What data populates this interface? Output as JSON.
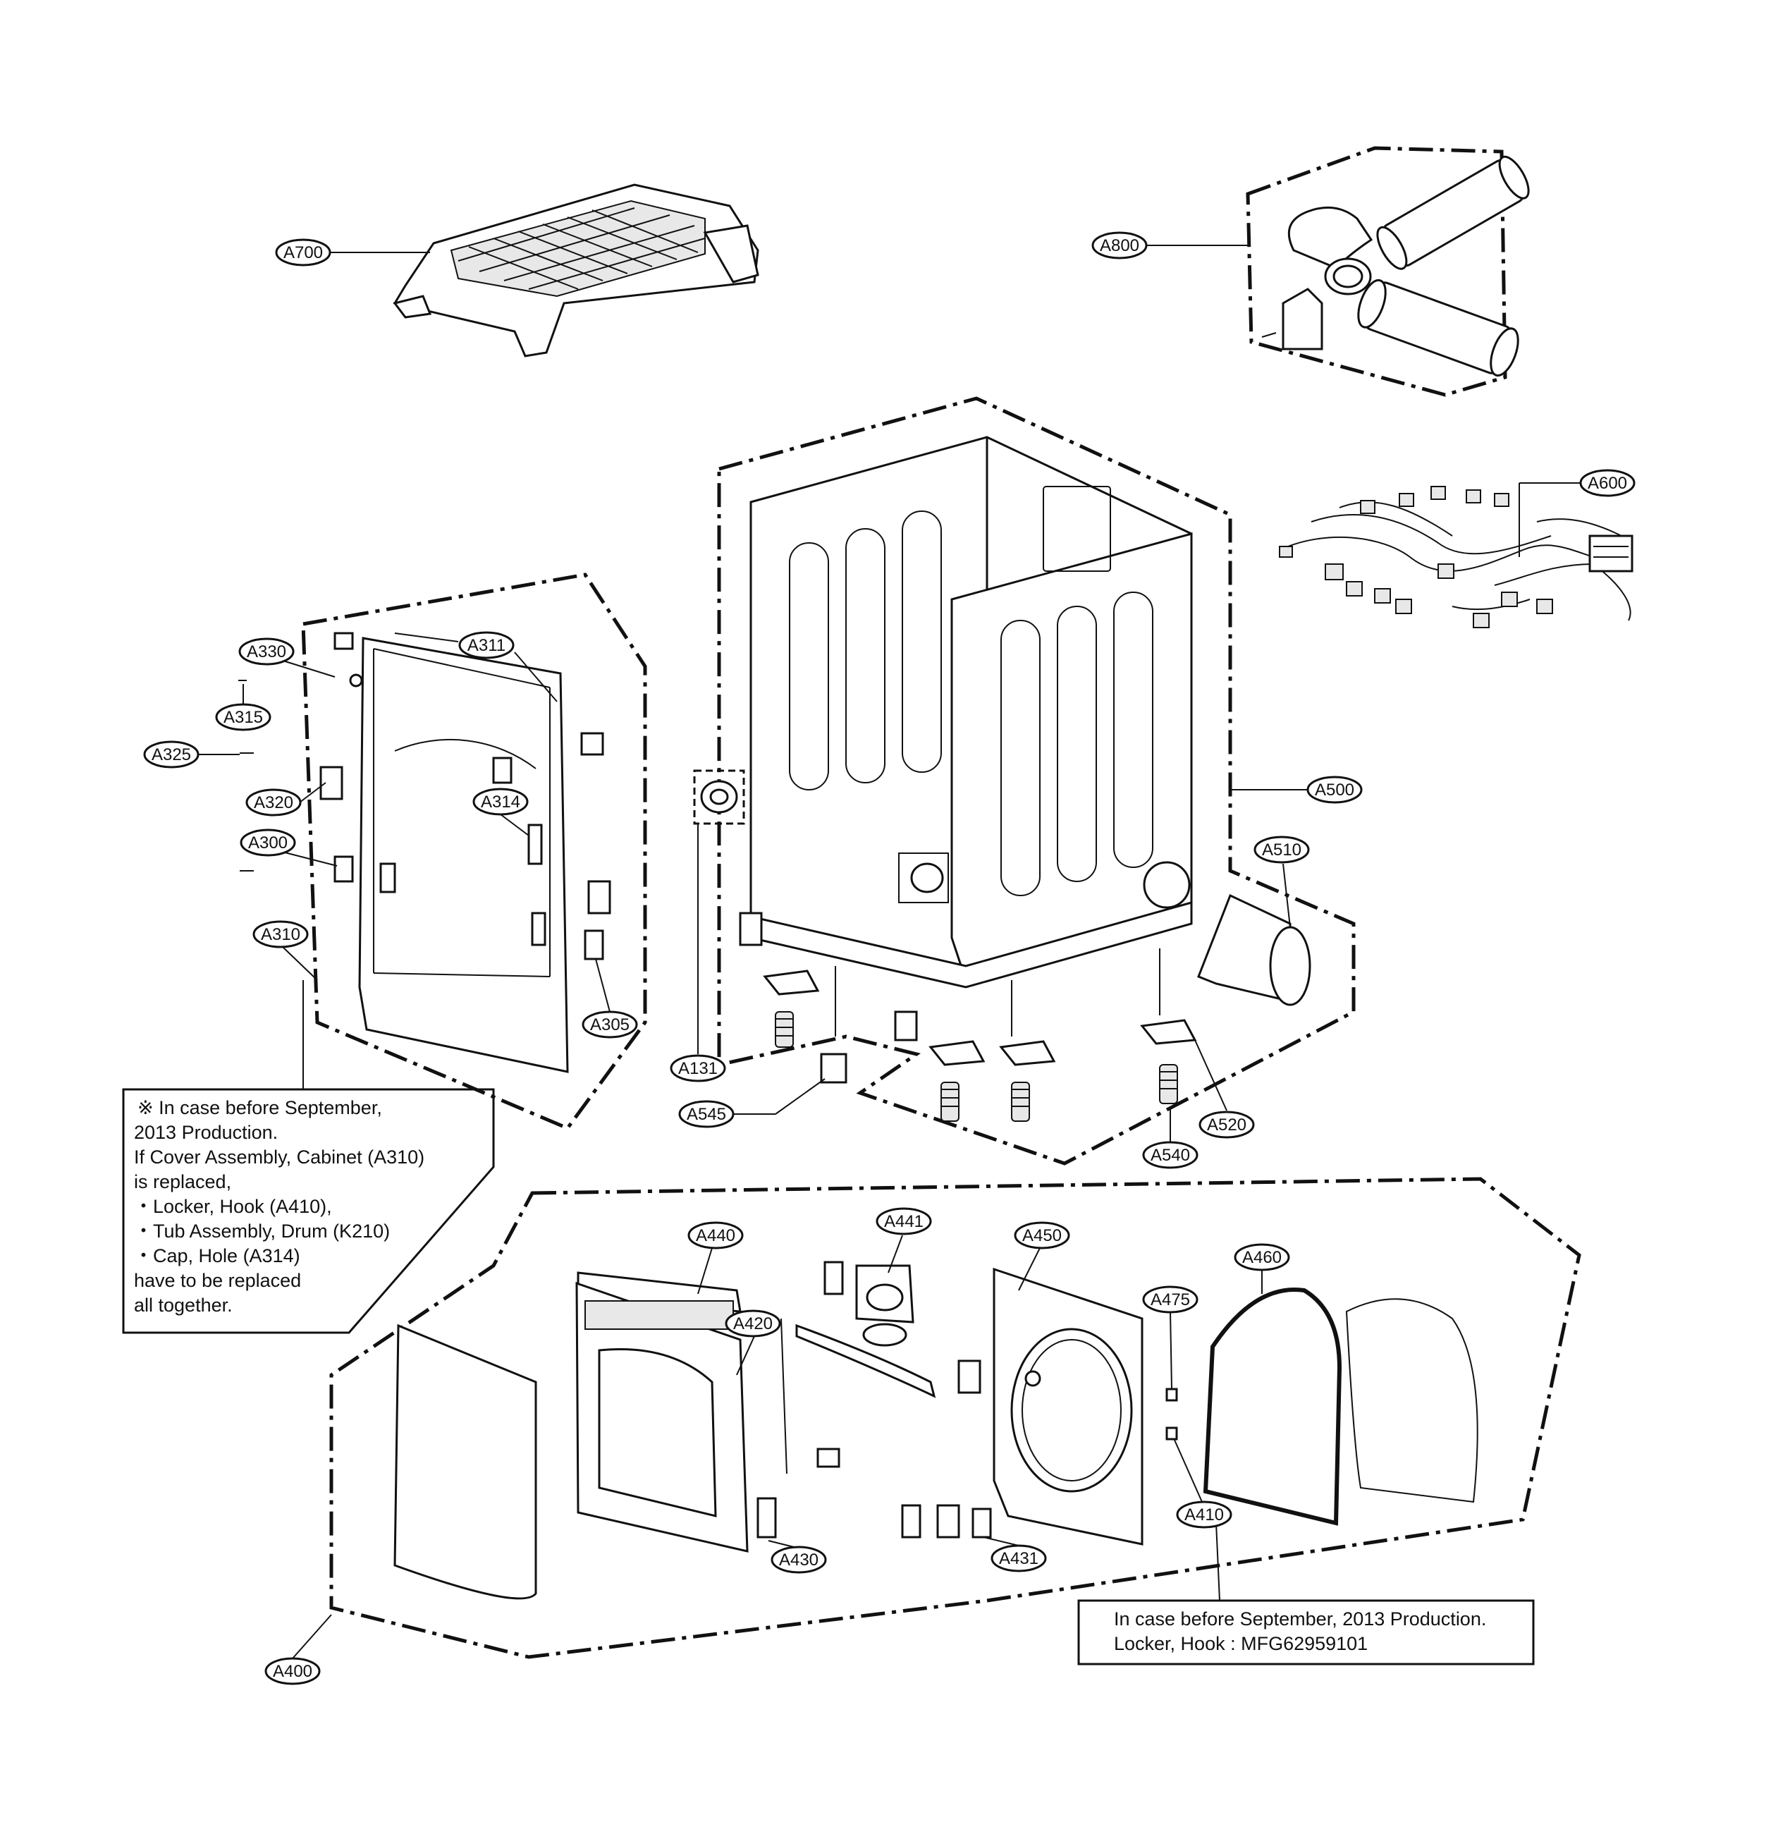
{
  "callouts": [
    {
      "id": "A700",
      "label": "A700"
    },
    {
      "id": "A800",
      "label": "A800"
    },
    {
      "id": "A600",
      "label": "A600"
    },
    {
      "id": "A500",
      "label": "A500"
    },
    {
      "id": "A510",
      "label": "A510"
    },
    {
      "id": "A131",
      "label": "A131"
    },
    {
      "id": "A545",
      "label": "A545"
    },
    {
      "id": "A520",
      "label": "A520"
    },
    {
      "id": "A540",
      "label": "A540"
    },
    {
      "id": "A330",
      "label": "A330"
    },
    {
      "id": "A311",
      "label": "A311"
    },
    {
      "id": "A315",
      "label": "A315"
    },
    {
      "id": "A325",
      "label": "A325"
    },
    {
      "id": "A320",
      "label": "A320"
    },
    {
      "id": "A314",
      "label": "A314"
    },
    {
      "id": "A300",
      "label": "A300"
    },
    {
      "id": "A310",
      "label": "A310"
    },
    {
      "id": "A305",
      "label": "A305"
    },
    {
      "id": "A440",
      "label": "A440"
    },
    {
      "id": "A441",
      "label": "A441"
    },
    {
      "id": "A450",
      "label": "A450"
    },
    {
      "id": "A460",
      "label": "A460"
    },
    {
      "id": "A475",
      "label": "A475"
    },
    {
      "id": "A420",
      "label": "A420"
    },
    {
      "id": "A430",
      "label": "A430"
    },
    {
      "id": "A431",
      "label": "A431"
    },
    {
      "id": "A410",
      "label": "A410"
    },
    {
      "id": "A400",
      "label": "A400"
    }
  ],
  "note_left": {
    "lines": [
      "※ In case before September,",
      "2013 Production.",
      "If Cover Assembly, Cabinet (A310)",
      "is replaced,",
      "・Locker, Hook (A410),",
      "・Tub Assembly, Drum (K210)",
      "・Cap, Hole (A314)",
      "have to be replaced",
      "all together."
    ]
  },
  "note_right": {
    "lines": [
      "In case before September, 2013 Production.",
      "Locker, Hook : MFG62959101"
    ]
  }
}
